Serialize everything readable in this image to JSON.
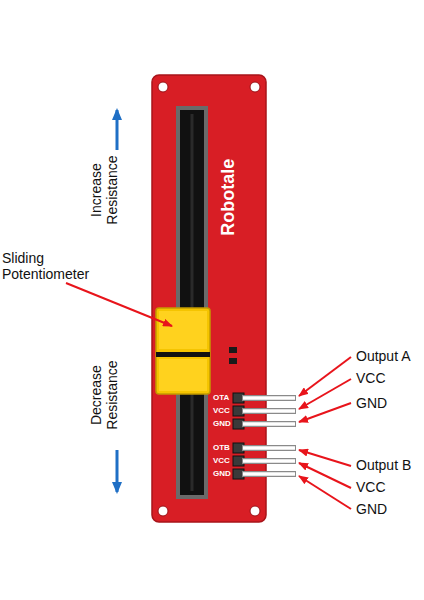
{
  "diagram": {
    "labels": [
      "Increase Resistance",
      "Decrease Resistance",
      "Sliding Potentiometer",
      "Robotale",
      "OTA",
      "VCC",
      "GND",
      "OTB",
      "VCC",
      "GND",
      "Output A",
      "VCC",
      "GND",
      "Output B",
      "VCC",
      "GND"
    ]
  }
}
